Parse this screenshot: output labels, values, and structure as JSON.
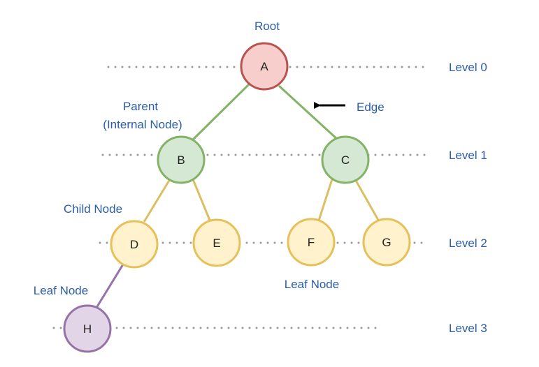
{
  "nodes": {
    "a": "A",
    "b": "B",
    "c": "C",
    "d": "D",
    "e": "E",
    "f": "F",
    "g": "G",
    "h": "H"
  },
  "annotations": {
    "root": "Root",
    "parent_line1": "Parent",
    "parent_line2": "(Internal Node)",
    "edge": "Edge",
    "child_node": "Child Node",
    "leaf_node_left": "Leaf Node",
    "leaf_node_center": "Leaf Node"
  },
  "levels": [
    "Level 0",
    "Level 1",
    "Level 2",
    "Level 3"
  ],
  "colors": {
    "root_fill": "#f8cecc",
    "root_stroke": "#b85450",
    "level1_fill": "#d5e8d4",
    "level1_stroke": "#82b366",
    "level2_fill": "#fff2cc",
    "level2_stroke": "#e6c05a",
    "leaf_fill": "#e1d5e7",
    "leaf_stroke": "#9673a6",
    "edge_green": "#82b366",
    "edge_yellow": "#dcbf63",
    "edge_purple": "#9673a6",
    "text_blue": "#2b5ea7"
  }
}
